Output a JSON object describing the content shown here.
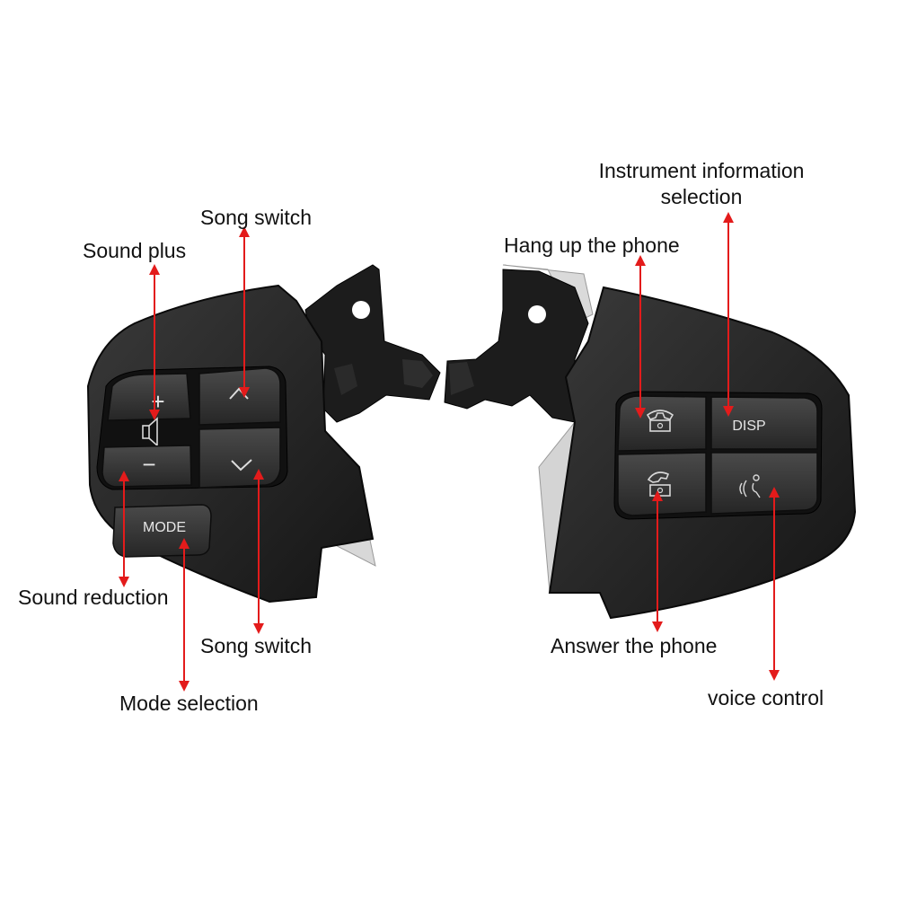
{
  "labels": {
    "instrument_info_line1": "Instrument information",
    "instrument_info_line2": "selection",
    "song_switch_top": "Song switch",
    "sound_plus": "Sound plus",
    "hang_up": "Hang up the phone",
    "sound_reduction": "Sound reduction",
    "song_switch_bottom": "Song switch",
    "mode_selection": "Mode selection",
    "answer_phone": "Answer the phone",
    "voice_control": "voice control"
  },
  "buttons": {
    "plus": "+",
    "minus": "−",
    "up": "^",
    "mode": "MODE",
    "disp": "DISP"
  },
  "icons": [
    "volume-icon",
    "chevron-up-icon",
    "chevron-down-icon",
    "hang-up-phone-icon",
    "answer-phone-icon",
    "voice-control-icon"
  ],
  "colors": {
    "arrow": "#e31b1b",
    "housing": "#222222",
    "button": "#3a3a3a",
    "text": "#111111"
  }
}
